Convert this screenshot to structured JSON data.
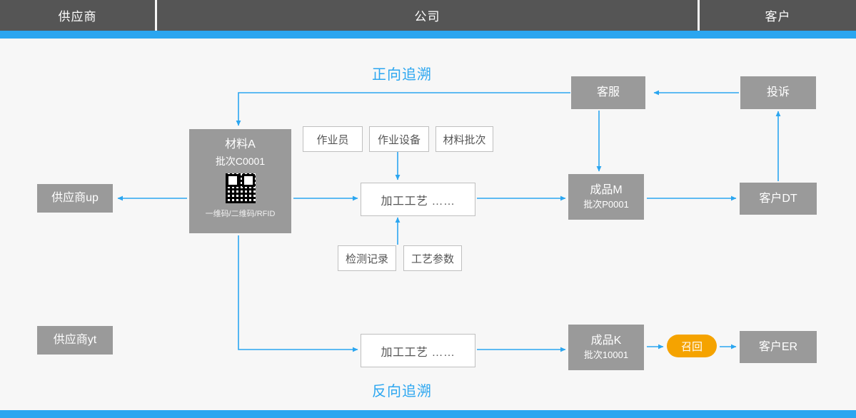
{
  "header": {
    "columns": [
      {
        "label": "供应商"
      },
      {
        "label": "公司"
      },
      {
        "label": "客户"
      }
    ]
  },
  "colors": {
    "accent_blue": "#2ba6f0",
    "header_gray": "#555555",
    "box_gray": "#9a9a9a",
    "recall_orange": "#f5a300",
    "canvas": "#f7f7f7"
  },
  "titles": {
    "forward": "正向追溯",
    "reverse": "反向追溯"
  },
  "nodes": {
    "supplier_up": "供应商up",
    "supplier_yt": "供应商yt",
    "material": {
      "name": "材料A",
      "batch": "批次C0001",
      "code_caption": "一维码/二维码/RFID",
      "qr_icon": "qr-code-icon"
    },
    "attr_operator": "作业员",
    "attr_equipment": "作业设备",
    "attr_material_batch": "材料批次",
    "attr_inspection": "检测记录",
    "attr_process_param": "工艺参数",
    "process_top": "加工工艺  ……",
    "process_bottom": "加工工艺  ……",
    "product_m": {
      "name": "成品M",
      "batch": "批次P0001"
    },
    "product_k": {
      "name": "成品K",
      "batch": "批次10001"
    },
    "customer_service": "客服",
    "complaint": "投诉",
    "customer_dt": "客户DT",
    "customer_er": "客户ER",
    "recall": "召回"
  }
}
